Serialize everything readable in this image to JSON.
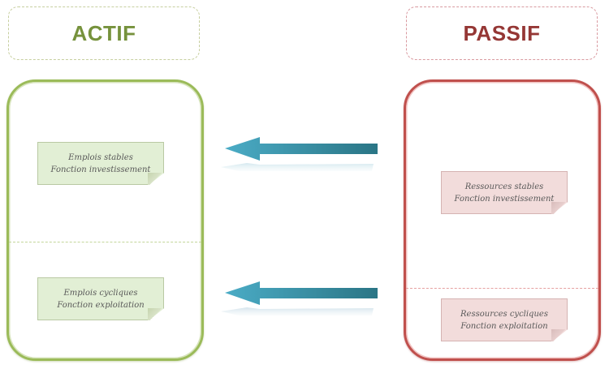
{
  "headers": {
    "actif": "ACTIF",
    "passif": "PASSIF"
  },
  "actif": {
    "stables": {
      "line1": "Emplois stables",
      "line2": "Fonction investissement"
    },
    "cycliques": {
      "line1": "Emplois cycliques",
      "line2": "Fonction exploitation"
    }
  },
  "passif": {
    "stables": {
      "line1": "Ressources stables",
      "line2": "Fonction investissement"
    },
    "cycliques": {
      "line1": "Ressources cycliques",
      "line2": "Fonction exploitation"
    }
  },
  "colors": {
    "actif_accent": "#76923c",
    "actif_border": "#9bbb59",
    "passif_accent": "#953735",
    "passif_border": "#c0504d",
    "arrow": "#31859c"
  },
  "arrows": [
    {
      "direction": "left",
      "from": "Ressources stables",
      "to": "Emplois stables"
    },
    {
      "direction": "left",
      "from": "Ressources cycliques",
      "to": "Emplois cycliques"
    }
  ]
}
